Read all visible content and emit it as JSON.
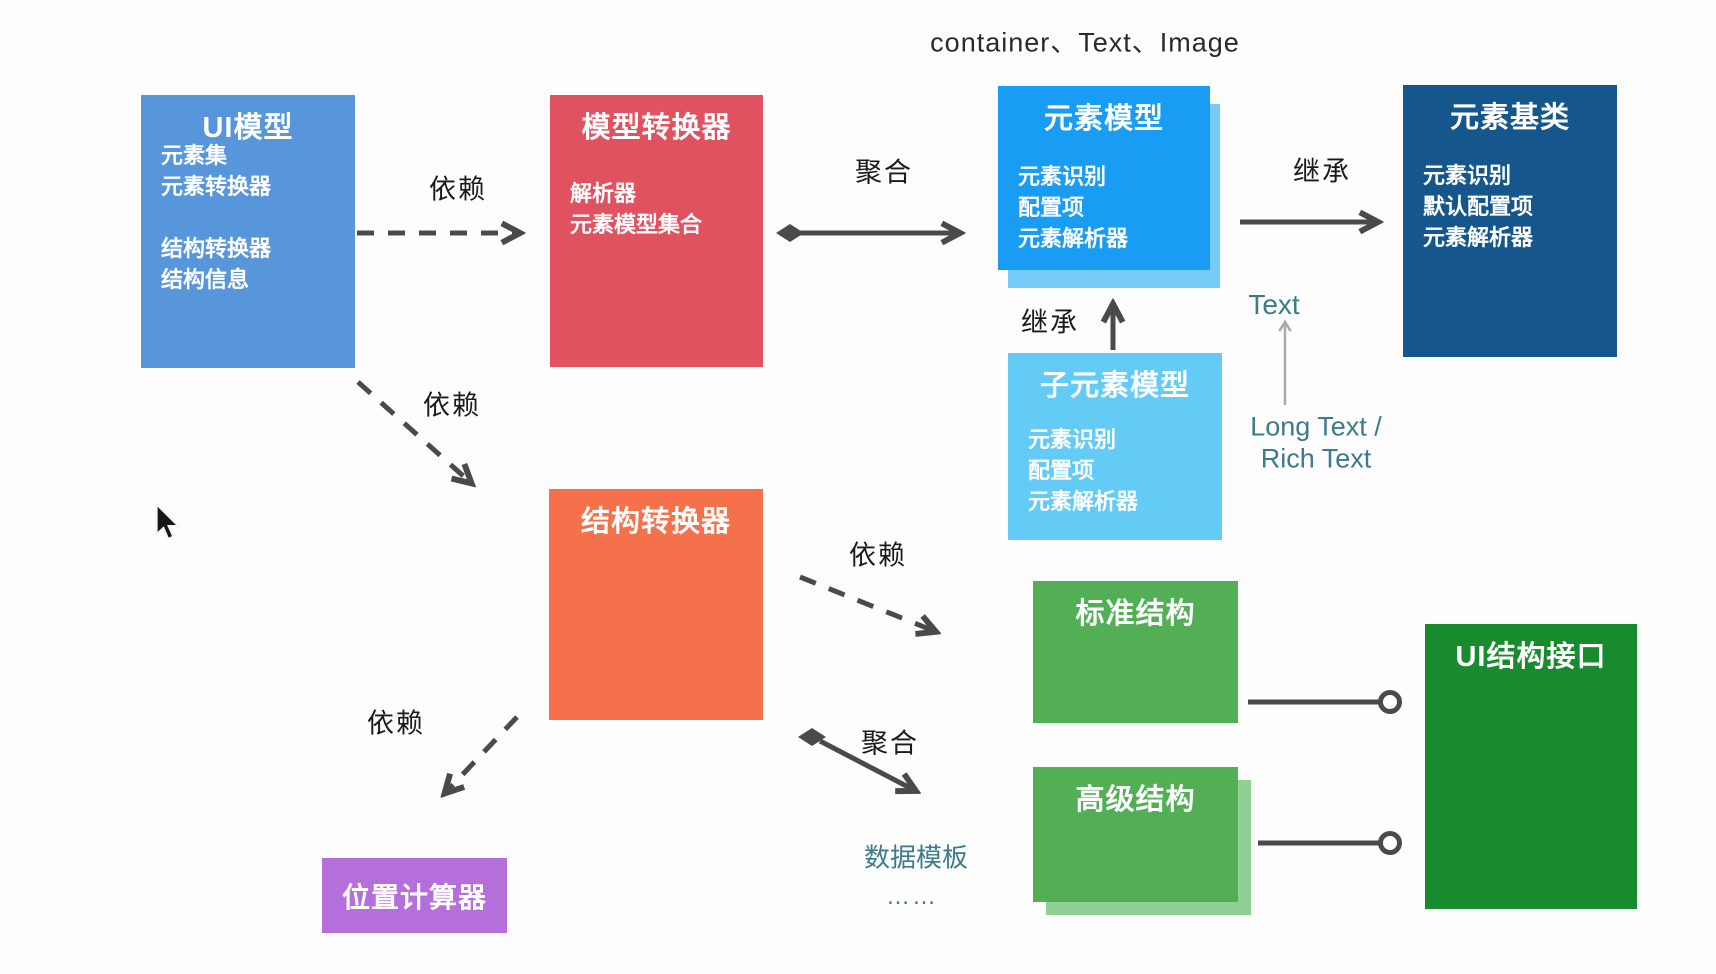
{
  "header": {
    "text": "container、Text、Image"
  },
  "boxes": {
    "ui_model": {
      "title": "UI模型",
      "lines": [
        "元素集",
        "元素转换器",
        "结构转换器",
        "结构信息"
      ],
      "color": "#5896DC"
    },
    "model_converter": {
      "title": "模型转换器",
      "lines": [
        "解析器",
        "元素模型集合"
      ],
      "color": "#E15260"
    },
    "element_model": {
      "title": "元素模型",
      "lines": [
        "元素识别",
        "配置项",
        "元素解析器"
      ],
      "color": "#189CF4",
      "shadow_color": "#77CBF7"
    },
    "element_base": {
      "title": "元素基类",
      "lines": [
        "元素识别",
        "默认配置项",
        "元素解析器"
      ],
      "color": "#15578C"
    },
    "child_element_model": {
      "title": "子元素模型",
      "lines": [
        "元素识别",
        "配置项",
        "元素解析器"
      ],
      "color": "#64CBF7"
    },
    "structure_converter": {
      "title": "结构转换器",
      "color": "#F4714B"
    },
    "standard_structure": {
      "title": "标准结构",
      "color": "#52AF56"
    },
    "advanced_structure": {
      "title": "高级结构",
      "color": "#52AF56",
      "shadow_color": "#8FD193"
    },
    "ui_structure_interface": {
      "title": "UI结构接口",
      "color": "#188B2F"
    },
    "position_calculator": {
      "title": "位置计算器",
      "color": "#B46FDB"
    }
  },
  "edge_labels": {
    "dep_ui_to_model_converter": "依赖",
    "dep_ui_to_structure_converter": "依赖",
    "dep_structure_to_standard": "依赖",
    "dep_structure_to_position": "依赖",
    "agg_model_converter_element": "聚合",
    "agg_structure_converter": "聚合",
    "inherit_element_base": "继承",
    "inherit_child_element": "继承"
  },
  "annotations": {
    "color": "#3C7A8C",
    "text_label": "Text",
    "long_text": "Long Text /",
    "rich_text": "Rich Text",
    "data_template": "数据模板",
    "ellipsis": "……"
  },
  "arrow_color": "#4A4A4A"
}
